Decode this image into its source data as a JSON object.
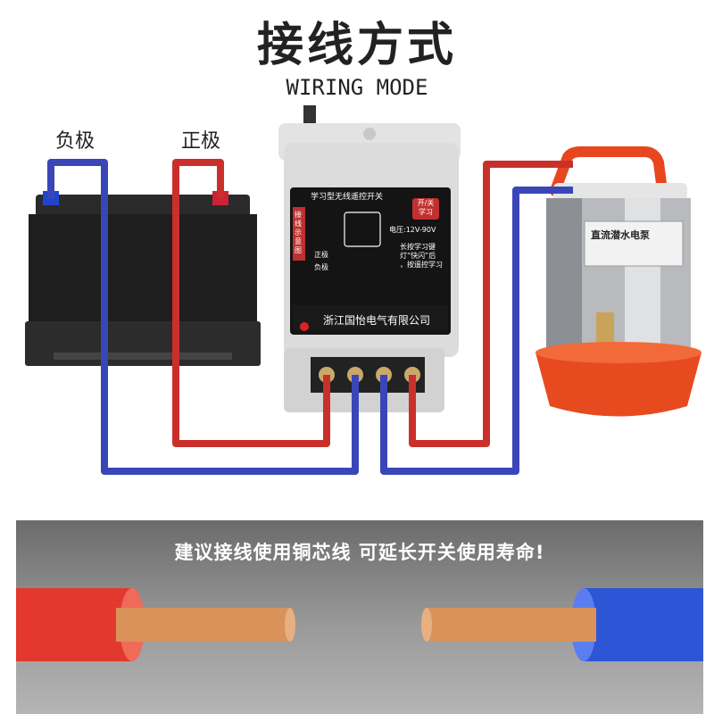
{
  "title": "接线方式",
  "subtitle": "WIRING MODE",
  "battery": {
    "negative_label": "负极",
    "positive_label": "正极"
  },
  "controller": {
    "name": "学习型无线遥控开关",
    "badge": "开/关\n学习",
    "side_label": "接线示意图",
    "voltage": "电压:12V-90V",
    "pos_label": "正极",
    "neg_label": "负极",
    "instruction": "长按学习键\n灯“快闪”后\n，按遥控学习",
    "company": "浙江国怡电气有限公司"
  },
  "pump": {
    "label": "直流潜水电泵"
  },
  "tip": "建议接线使用铜芯线 可延长开关使用寿命!",
  "colors": {
    "positive_wire": "#c9302c",
    "negative_wire": "#3a46b8",
    "copper": "#d9925a"
  }
}
